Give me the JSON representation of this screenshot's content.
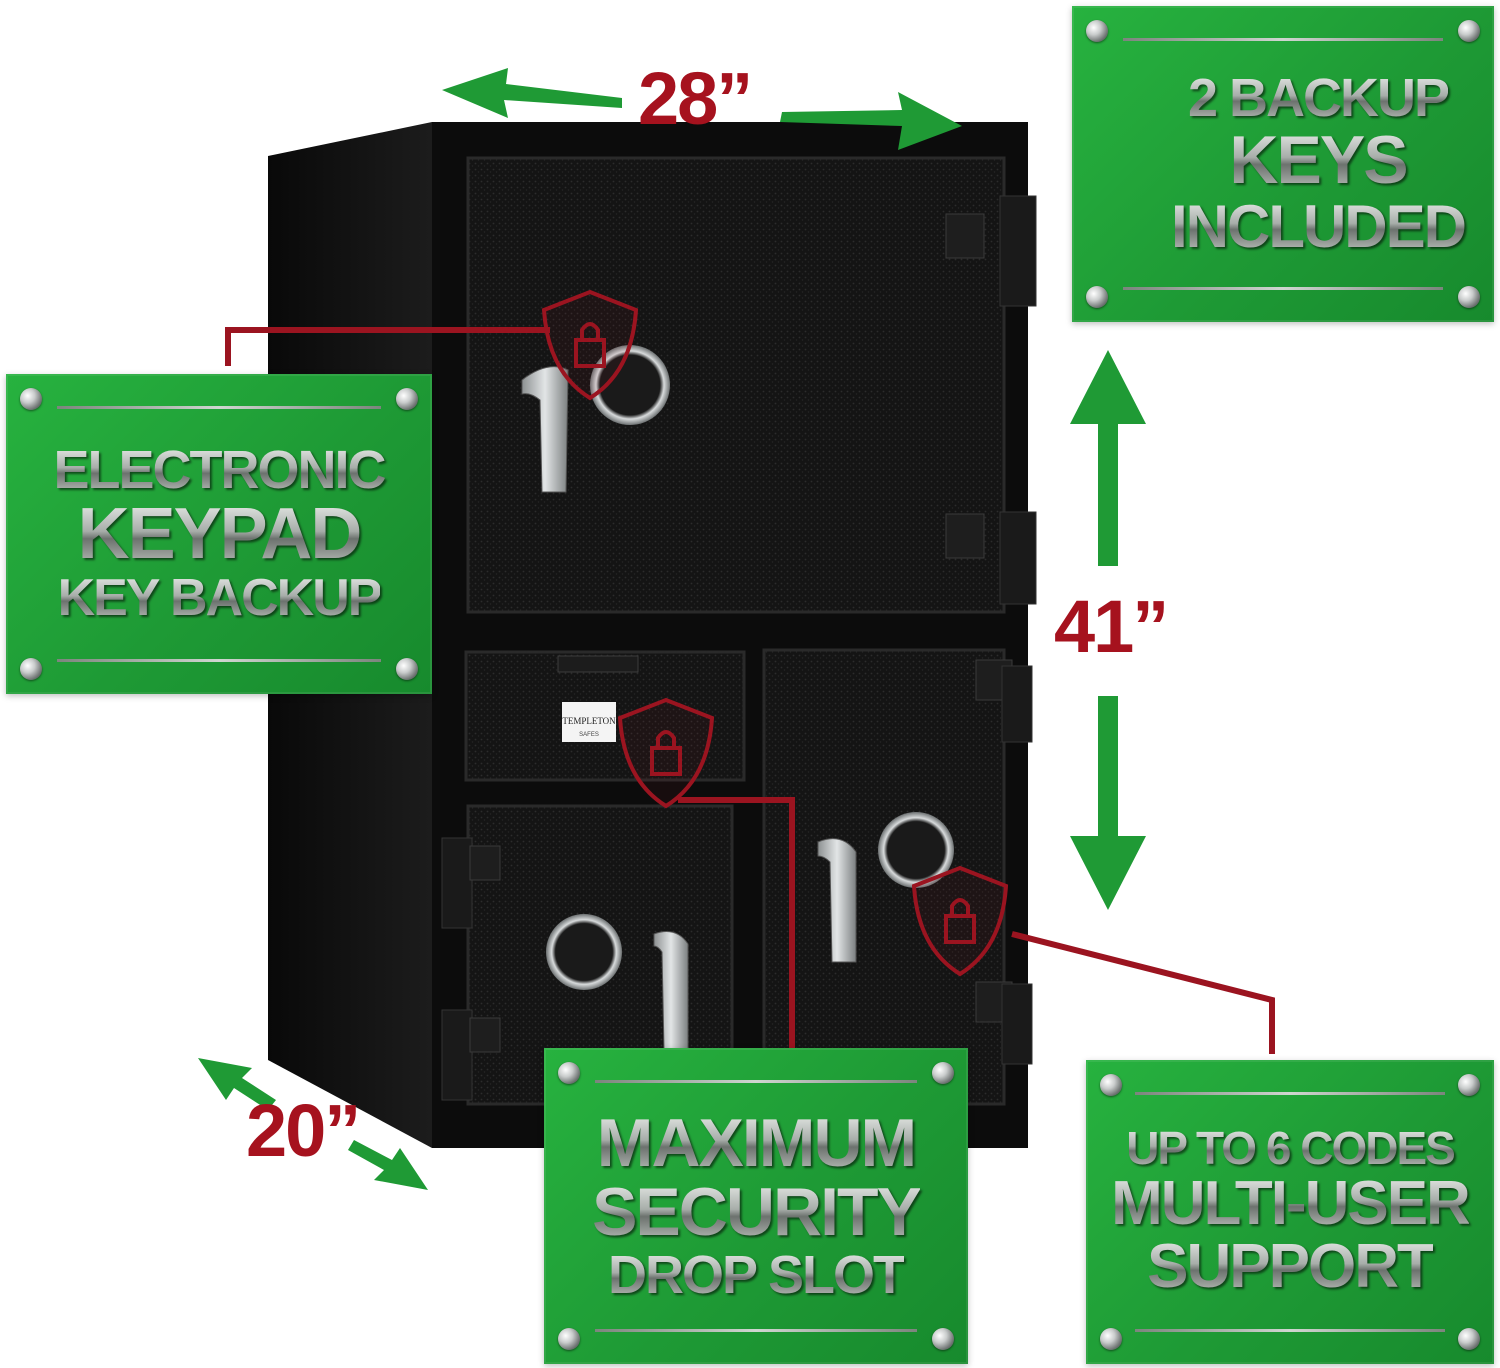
{
  "dimensions": {
    "width": "28”",
    "height": "41”",
    "depth": "20”"
  },
  "signs": {
    "keys": {
      "lines": [
        "2 BACKUP",
        "KEYS",
        "INCLUDED"
      ]
    },
    "keypad": {
      "lines": [
        "ELECTRONIC",
        "KEYPAD",
        "KEY BACKUP"
      ]
    },
    "security": {
      "lines": [
        "MAXIMUM",
        "SECURITY",
        "DROP SLOT"
      ]
    },
    "codes": {
      "lines": [
        "UP TO 6 CODES",
        "MULTI-USER",
        "SUPPORT"
      ]
    }
  },
  "safe_label": {
    "brand": "TEMPLETON",
    "sub": "SAFES"
  },
  "colors": {
    "sign_green": "#1e9a35",
    "arrow_green": "#1f9a35",
    "dimension_red": "#a6121e",
    "callout_red": "#9b1420",
    "safe_black": "#111111"
  }
}
